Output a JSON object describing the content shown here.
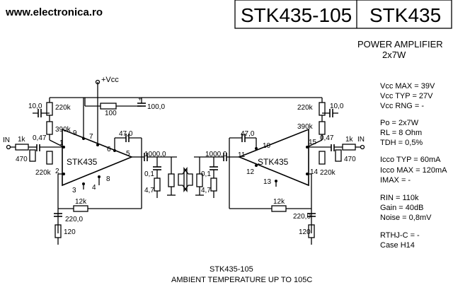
{
  "header": {
    "site": "www.electronica.ro",
    "part_full": "STK435-105",
    "part_short": "STK435"
  },
  "description": {
    "line1": "POWER AMPLIFIER",
    "line2": "2x7W"
  },
  "specs": [
    "Vcc MAX = 39V",
    "Vcc TYP = 27V",
    "Vcc RNG = -",
    "Po = 2x7W",
    "RL = 8 Ohm",
    "TDH = 0,5%",
    "Icco TYP = 60mA",
    "Icco MAX = 120mA",
    "IMAX = -",
    "RIN = 110k",
    "Gain = 40dB",
    "Noise = 0,8mV",
    "RTHJ-C = -",
    "Case H14"
  ],
  "footer": {
    "line1": "STK435-105",
    "line2": "AMBIENT TEMPERATURE UP TO 105C"
  },
  "schematic": {
    "supply": "+Vcc",
    "ic_label": "STK435",
    "left": {
      "input": "IN",
      "r_in": "1k",
      "c_in": "0,47",
      "r_gnd": "470",
      "c_top": "10,0",
      "r_top": "220k",
      "r_mid": "390k",
      "r_bias": "220k",
      "c_fb": "47,0",
      "c_out": "1000,0",
      "c_zobel": "0,1",
      "r_zobel": "4,7",
      "r_fb": "12k",
      "c_nf": "220,0",
      "r_nf": "120",
      "pins": [
        "1",
        "2",
        "3",
        "4",
        "5",
        "6",
        "7",
        "8",
        "9"
      ]
    },
    "right": {
      "input": "IN",
      "r_in": "1k",
      "c_in": "0,47",
      "r_gnd": "470",
      "c_top": "10,0",
      "r_top": "220k",
      "r_mid": "390k",
      "r_bias": "220k",
      "c_fb": "47,0",
      "c_out": "1000,0",
      "c_zobel": "0,1",
      "r_zobel": "4,7",
      "r_fb": "12k",
      "c_nf": "220,0",
      "r_nf": "120",
      "pins": [
        "10",
        "11",
        "12",
        "13",
        "14",
        "15"
      ]
    },
    "supply_r": "100",
    "supply_c": "100,0"
  }
}
